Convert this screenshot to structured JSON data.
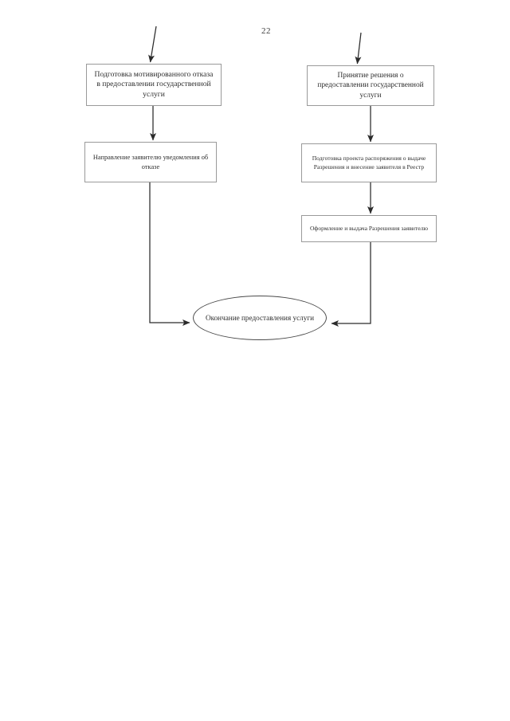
{
  "document": {
    "page_number": "22",
    "type": "flowchart"
  },
  "chart_data": {
    "type": "diagram",
    "title": "",
    "nodes": [
      {
        "id": "refusal-preparation",
        "shape": "rectangle",
        "column": "left",
        "text": "Подготовка мотивированного отказа в предоставлении государственной услуги"
      },
      {
        "id": "refusal-notice",
        "shape": "rectangle",
        "column": "left",
        "text": "Направление заявителю уведомления об отказе"
      },
      {
        "id": "decision-grant",
        "shape": "rectangle",
        "column": "right",
        "text": "Принятие решения о предоставлении государственной услуги"
      },
      {
        "id": "draft-order",
        "shape": "rectangle",
        "column": "right",
        "text": "Подготовка проекта распоряжения о выдаче Разрешения и внесение заявителя в Реестр"
      },
      {
        "id": "issue-permit",
        "shape": "rectangle",
        "column": "right",
        "text": "Оформление и выдача Разрешения заявителю"
      },
      {
        "id": "end-terminal",
        "shape": "ellipse",
        "column": "center",
        "text": "Окончание предоставления услуги"
      }
    ],
    "edges": [
      {
        "from": "entry-top-left",
        "to": "refusal-preparation",
        "style": "arrow"
      },
      {
        "from": "refusal-preparation",
        "to": "refusal-notice",
        "style": "arrow"
      },
      {
        "from": "refusal-notice",
        "to": "end-terminal",
        "style": "elbow-arrow"
      },
      {
        "from": "entry-top-right",
        "to": "decision-grant",
        "style": "arrow"
      },
      {
        "from": "decision-grant",
        "to": "draft-order",
        "style": "arrow"
      },
      {
        "from": "draft-order",
        "to": "issue-permit",
        "style": "arrow"
      },
      {
        "from": "issue-permit",
        "to": "end-terminal",
        "style": "elbow-arrow"
      }
    ]
  },
  "colors": {
    "box_border": "#9a9a9a",
    "terminal_border": "#4a4a4a",
    "line": "#2b2b2b",
    "text": "#2e2e2e",
    "background": "#ffffff"
  }
}
